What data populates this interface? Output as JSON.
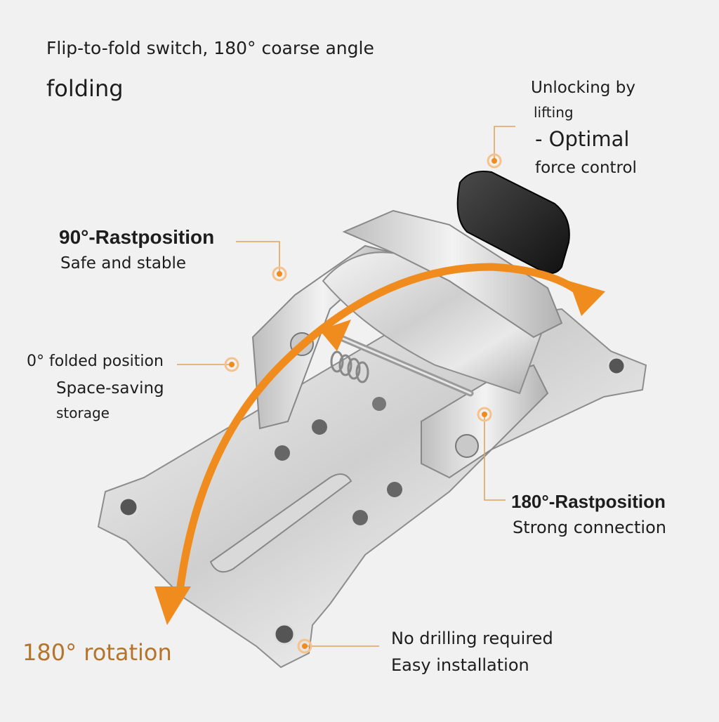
{
  "headline": {
    "line1": "Flip-to-fold switch, 180° coarse angle",
    "line2": "folding"
  },
  "callouts": {
    "unlock": {
      "line1": "Unlocking by",
      "line2": "lifting",
      "line3": "- Optimal",
      "line4": "force control"
    },
    "pos90": {
      "title": "90°-Rastposition",
      "desc": "Safe and stable"
    },
    "pos0": {
      "title": "0° folded position",
      "desc1": "Space-saving",
      "desc2": "storage"
    },
    "pos180": {
      "title": "180°-Rastposition",
      "desc": "Strong connection"
    },
    "rotation": "180° rotation",
    "install": {
      "line1": "No drilling required",
      "line2": "Easy installation"
    }
  },
  "colors": {
    "accent": "#f08c1e",
    "rotation_text": "#b5742a",
    "leader": "#e2a35c",
    "background": "#f1f1f1"
  },
  "icons": {
    "marker": "orange-dot-marker",
    "arrow": "curved-double-arrow"
  }
}
